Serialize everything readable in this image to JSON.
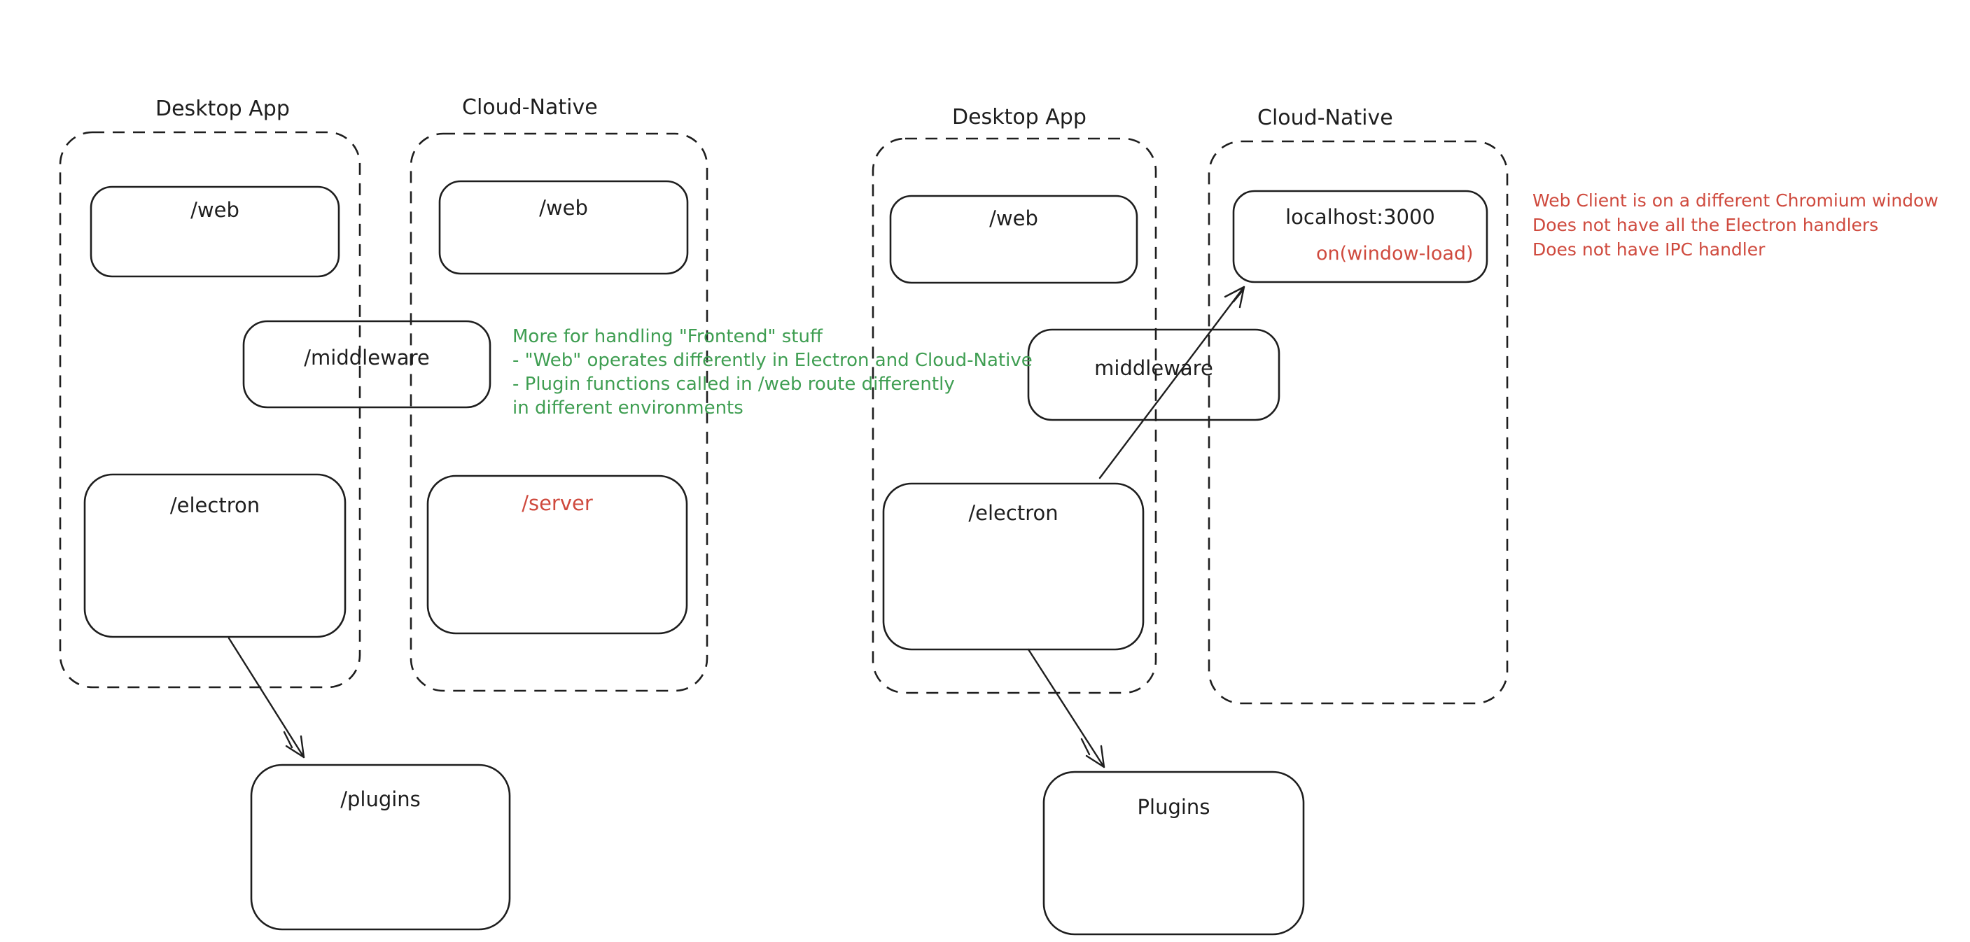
{
  "colors": {
    "ink": "#1e1e1e",
    "red": "#cf4a3e",
    "green": "#3f9e52",
    "background": "#ffffff"
  },
  "left": {
    "desktop_label": "Desktop App",
    "cloud_label": "Cloud-Native",
    "web_desktop": "/web",
    "web_cloud": "/web",
    "middleware": "/middleware",
    "electron": "/electron",
    "server": "/server",
    "plugins": "/plugins",
    "note_lines": [
      "More for handling \"Frontend\" stuff",
      "- \"Web\" operates differently in Electron and Cloud-Native",
      "- Plugin functions called in /web route differently",
      "in different environments"
    ]
  },
  "right": {
    "desktop_label": "Desktop App",
    "cloud_label": "Cloud-Native",
    "web": "/web",
    "localhost": "localhost:3000",
    "window_load": "on(window-load)",
    "middleware": "middleware",
    "electron": "/electron",
    "plugins": "Plugins",
    "note_lines": [
      "Web Client is on a different Chromium window",
      "Does not have all the Electron handlers",
      "Does not have IPC handler"
    ]
  }
}
